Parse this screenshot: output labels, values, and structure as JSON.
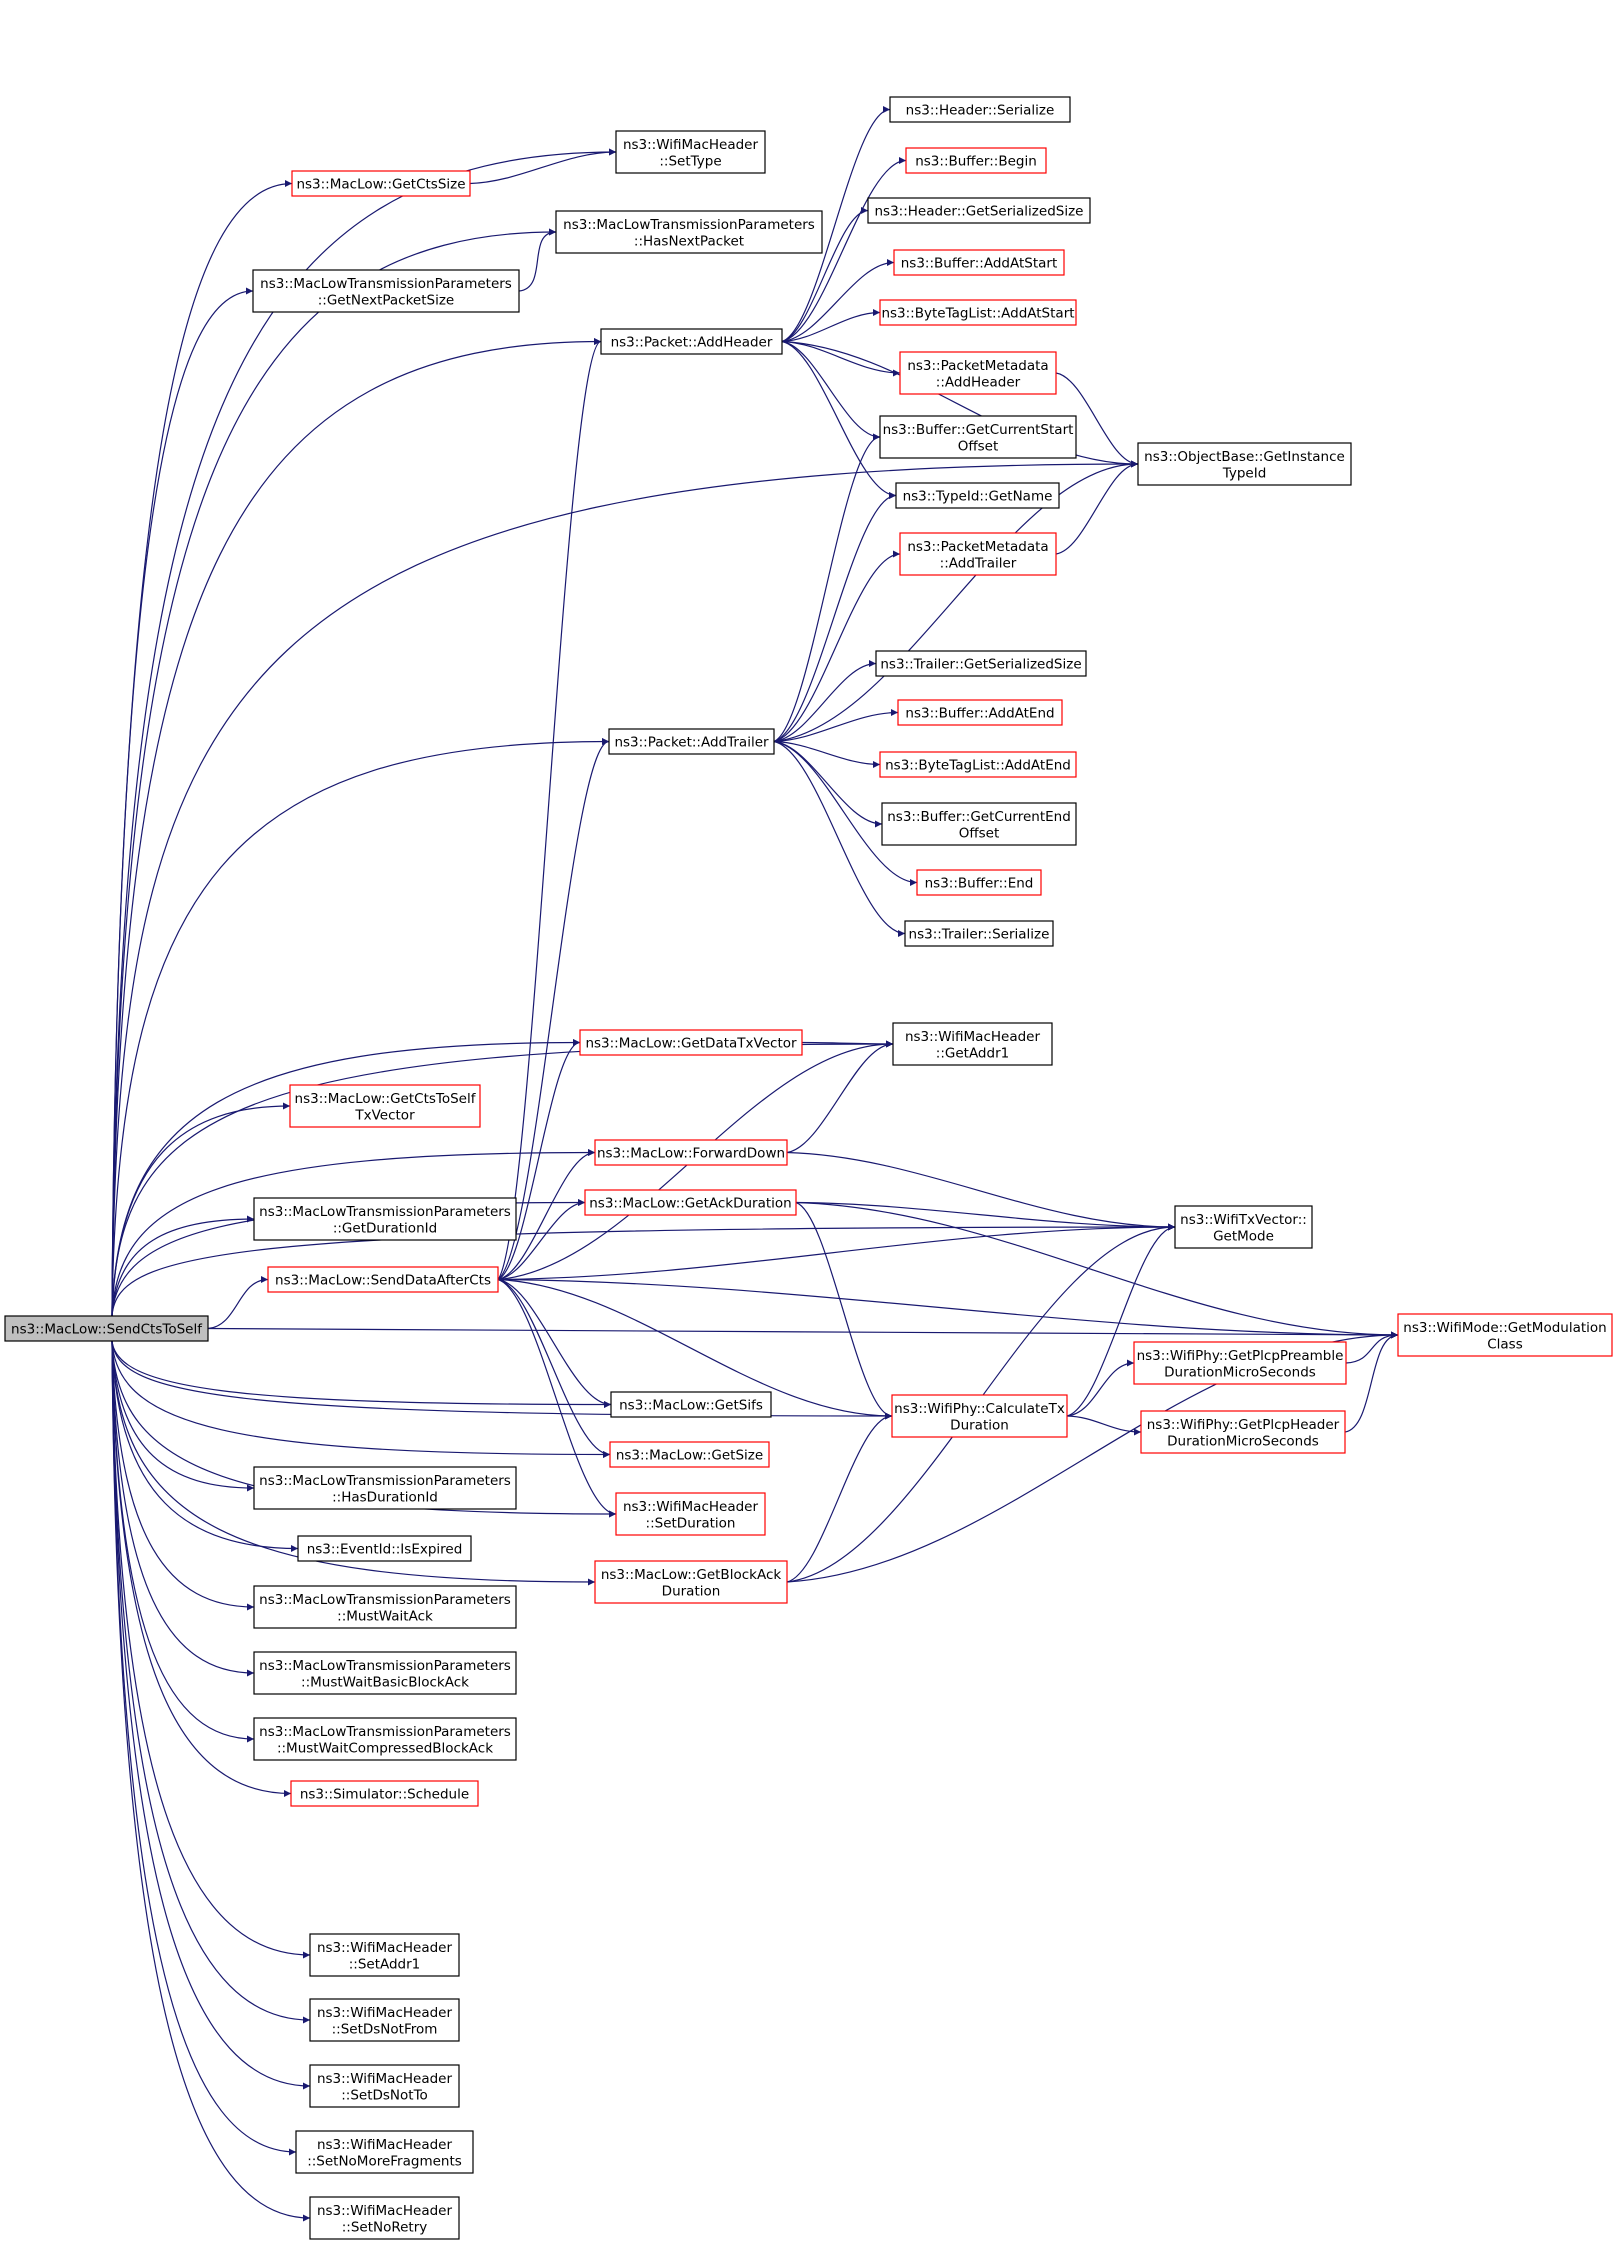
{
  "nodes": [
    {
      "id": "root",
      "lines": [
        "ns3::MacLow::SendCtsToSelf"
      ],
      "style": "root"
    },
    {
      "id": "wmh_settype",
      "lines": [
        "ns3::WifiMacHeader",
        "::SetType"
      ],
      "style": "black"
    },
    {
      "id": "getctssize",
      "lines": [
        "ns3::MacLow::GetCtsSize"
      ],
      "style": "red"
    },
    {
      "id": "hasnextpacket",
      "lines": [
        "ns3::MacLowTransmissionParameters",
        "::HasNextPacket"
      ],
      "style": "black"
    },
    {
      "id": "getnextpacketsize",
      "lines": [
        "ns3::MacLowTransmissionParameters",
        "::GetNextPacketSize"
      ],
      "style": "black"
    },
    {
      "id": "header_serialize",
      "lines": [
        "ns3::Header::Serialize"
      ],
      "style": "black"
    },
    {
      "id": "buffer_begin",
      "lines": [
        "ns3::Buffer::Begin"
      ],
      "style": "red"
    },
    {
      "id": "header_getserializedsize",
      "lines": [
        "ns3::Header::GetSerializedSize"
      ],
      "style": "black"
    },
    {
      "id": "buffer_addatstart",
      "lines": [
        "ns3::Buffer::AddAtStart"
      ],
      "style": "red"
    },
    {
      "id": "bytetaglist_addatstart",
      "lines": [
        "ns3::ByteTagList::AddAtStart"
      ],
      "style": "red"
    },
    {
      "id": "packet_addheader",
      "lines": [
        "ns3::Packet::AddHeader"
      ],
      "style": "black"
    },
    {
      "id": "pm_addheader",
      "lines": [
        "ns3::PacketMetadata",
        "::AddHeader"
      ],
      "style": "red"
    },
    {
      "id": "buffer_getcurrentstartoffset",
      "lines": [
        "ns3::Buffer::GetCurrentStart",
        "Offset"
      ],
      "style": "black"
    },
    {
      "id": "objectbase_getinstancetypeid",
      "lines": [
        "ns3::ObjectBase::GetInstance",
        "TypeId"
      ],
      "style": "black"
    },
    {
      "id": "typeid_getname",
      "lines": [
        "ns3::TypeId::GetName"
      ],
      "style": "black"
    },
    {
      "id": "pm_addtrailer",
      "lines": [
        "ns3::PacketMetadata",
        "::AddTrailer"
      ],
      "style": "red"
    },
    {
      "id": "trailer_getserializedsize",
      "lines": [
        "ns3::Trailer::GetSerializedSize"
      ],
      "style": "black"
    },
    {
      "id": "buffer_addatend",
      "lines": [
        "ns3::Buffer::AddAtEnd"
      ],
      "style": "red"
    },
    {
      "id": "packet_addtrailer",
      "lines": [
        "ns3::Packet::AddTrailer"
      ],
      "style": "black"
    },
    {
      "id": "bytetaglist_addatend",
      "lines": [
        "ns3::ByteTagList::AddAtEnd"
      ],
      "style": "red"
    },
    {
      "id": "buffer_getcurrentendoffset",
      "lines": [
        "ns3::Buffer::GetCurrentEnd",
        "Offset"
      ],
      "style": "black"
    },
    {
      "id": "buffer_end",
      "lines": [
        "ns3::Buffer::End"
      ],
      "style": "red"
    },
    {
      "id": "trailer_serialize",
      "lines": [
        "ns3::Trailer::Serialize"
      ],
      "style": "black"
    },
    {
      "id": "getdatatxvector",
      "lines": [
        "ns3::MacLow::GetDataTxVector"
      ],
      "style": "red"
    },
    {
      "id": "wmh_getaddr1",
      "lines": [
        "ns3::WifiMacHeader",
        "::GetAddr1"
      ],
      "style": "black"
    },
    {
      "id": "getctstoselftxvector",
      "lines": [
        "ns3::MacLow::GetCtsToSelf",
        "TxVector"
      ],
      "style": "red"
    },
    {
      "id": "forwarddown",
      "lines": [
        "ns3::MacLow::ForwardDown"
      ],
      "style": "red"
    },
    {
      "id": "getdurationid",
      "lines": [
        "ns3::MacLowTransmissionParameters",
        "::GetDurationId"
      ],
      "style": "black"
    },
    {
      "id": "getackduration",
      "lines": [
        "ns3::MacLow::GetAckDuration"
      ],
      "style": "red"
    },
    {
      "id": "txvector_getmode",
      "lines": [
        "ns3::WifiTxVector::",
        "GetMode"
      ],
      "style": "black"
    },
    {
      "id": "senddataaftercts",
      "lines": [
        "ns3::MacLow::SendDataAfterCts"
      ],
      "style": "red"
    },
    {
      "id": "getmodulationclass",
      "lines": [
        "ns3::WifiMode::GetModulation",
        "Class"
      ],
      "style": "red"
    },
    {
      "id": "getplcppreamble",
      "lines": [
        "ns3::WifiPhy::GetPlcpPreamble",
        "DurationMicroSeconds"
      ],
      "style": "red"
    },
    {
      "id": "getsifs",
      "lines": [
        "ns3::MacLow::GetSifs"
      ],
      "style": "black"
    },
    {
      "id": "calculatetxduration",
      "lines": [
        "ns3::WifiPhy::CalculateTx",
        "Duration"
      ],
      "style": "red"
    },
    {
      "id": "getplcpheader",
      "lines": [
        "ns3::WifiPhy::GetPlcpHeader",
        "DurationMicroSeconds"
      ],
      "style": "red"
    },
    {
      "id": "getsize",
      "lines": [
        "ns3::MacLow::GetSize"
      ],
      "style": "red"
    },
    {
      "id": "hasdurationid",
      "lines": [
        "ns3::MacLowTransmissionParameters",
        "::HasDurationId"
      ],
      "style": "black"
    },
    {
      "id": "wmh_setduration",
      "lines": [
        "ns3::WifiMacHeader",
        "::SetDuration"
      ],
      "style": "red"
    },
    {
      "id": "eventid_isexpired",
      "lines": [
        "ns3::EventId::IsExpired"
      ],
      "style": "black"
    },
    {
      "id": "getblockackduration",
      "lines": [
        "ns3::MacLow::GetBlockAck",
        "Duration"
      ],
      "style": "red"
    },
    {
      "id": "mustwaitack",
      "lines": [
        "ns3::MacLowTransmissionParameters",
        "::MustWaitAck"
      ],
      "style": "black"
    },
    {
      "id": "mustwaitbasicblockack",
      "lines": [
        "ns3::MacLowTransmissionParameters",
        "::MustWaitBasicBlockAck"
      ],
      "style": "black"
    },
    {
      "id": "mustwaitcompressedblockack",
      "lines": [
        "ns3::MacLowTransmissionParameters",
        "::MustWaitCompressedBlockAck"
      ],
      "style": "black"
    },
    {
      "id": "simulator_schedule",
      "lines": [
        "ns3::Simulator::Schedule"
      ],
      "style": "red"
    },
    {
      "id": "wmh_setaddr1",
      "lines": [
        "ns3::WifiMacHeader",
        "::SetAddr1"
      ],
      "style": "black"
    },
    {
      "id": "wmh_setdsnotfrom",
      "lines": [
        "ns3::WifiMacHeader",
        "::SetDsNotFrom"
      ],
      "style": "black"
    },
    {
      "id": "wmh_setdsnotto",
      "lines": [
        "ns3::WifiMacHeader",
        "::SetDsNotTo"
      ],
      "style": "black"
    },
    {
      "id": "wmh_setnomorefragments",
      "lines": [
        "ns3::WifiMacHeader",
        "::SetNoMoreFragments"
      ],
      "style": "black"
    },
    {
      "id": "wmh_setnoretry",
      "lines": [
        "ns3::WifiMacHeader",
        "::SetNoRetry"
      ],
      "style": "black"
    }
  ],
  "edges": [
    [
      "root",
      "wmh_settype"
    ],
    [
      "root",
      "getctssize"
    ],
    [
      "getctssize",
      "wmh_settype"
    ],
    [
      "root",
      "hasnextpacket"
    ],
    [
      "root",
      "getnextpacketsize"
    ],
    [
      "getnextpacketsize",
      "hasnextpacket"
    ],
    [
      "root",
      "packet_addheader"
    ],
    [
      "root",
      "objectbase_getinstancetypeid"
    ],
    [
      "root",
      "getmodulationclass"
    ],
    [
      "packet_addheader",
      "header_serialize"
    ],
    [
      "packet_addheader",
      "buffer_begin"
    ],
    [
      "packet_addheader",
      "header_getserializedsize"
    ],
    [
      "packet_addheader",
      "buffer_addatstart"
    ],
    [
      "packet_addheader",
      "bytetaglist_addatstart"
    ],
    [
      "packet_addheader",
      "pm_addheader"
    ],
    [
      "packet_addheader",
      "buffer_getcurrentstartoffset"
    ],
    [
      "packet_addheader",
      "typeid_getname"
    ],
    [
      "packet_addheader",
      "objectbase_getinstancetypeid"
    ],
    [
      "pm_addheader",
      "objectbase_getinstancetypeid"
    ],
    [
      "pm_addtrailer",
      "objectbase_getinstancetypeid"
    ],
    [
      "root",
      "packet_addtrailer"
    ],
    [
      "packet_addtrailer",
      "buffer_getcurrentstartoffset"
    ],
    [
      "packet_addtrailer",
      "typeid_getname"
    ],
    [
      "packet_addtrailer",
      "pm_addtrailer"
    ],
    [
      "packet_addtrailer",
      "objectbase_getinstancetypeid"
    ],
    [
      "packet_addtrailer",
      "trailer_getserializedsize"
    ],
    [
      "packet_addtrailer",
      "buffer_addatend"
    ],
    [
      "packet_addtrailer",
      "bytetaglist_addatend"
    ],
    [
      "packet_addtrailer",
      "buffer_getcurrentendoffset"
    ],
    [
      "packet_addtrailer",
      "buffer_end"
    ],
    [
      "packet_addtrailer",
      "trailer_serialize"
    ],
    [
      "root",
      "getdatatxvector"
    ],
    [
      "root",
      "wmh_getaddr1"
    ],
    [
      "root",
      "txvector_getmode"
    ],
    [
      "root",
      "getctstoselftxvector"
    ],
    [
      "root",
      "forwarddown"
    ],
    [
      "root",
      "getdurationid"
    ],
    [
      "root",
      "getackduration"
    ],
    [
      "root",
      "senddataaftercts"
    ],
    [
      "getdatatxvector",
      "wmh_getaddr1"
    ],
    [
      "forwarddown",
      "wmh_getaddr1"
    ],
    [
      "forwarddown",
      "txvector_getmode"
    ],
    [
      "getackduration",
      "txvector_getmode"
    ],
    [
      "getackduration",
      "getmodulationclass"
    ],
    [
      "getackduration",
      "calculatetxduration"
    ],
    [
      "senddataaftercts",
      "packet_addheader"
    ],
    [
      "senddataaftercts",
      "packet_addtrailer"
    ],
    [
      "senddataaftercts",
      "getdatatxvector"
    ],
    [
      "senddataaftercts",
      "wmh_getaddr1"
    ],
    [
      "senddataaftercts",
      "forwarddown"
    ],
    [
      "senddataaftercts",
      "getackduration"
    ],
    [
      "senddataaftercts",
      "txvector_getmode"
    ],
    [
      "senddataaftercts",
      "getmodulationclass"
    ],
    [
      "senddataaftercts",
      "getsifs"
    ],
    [
      "senddataaftercts",
      "getsize"
    ],
    [
      "senddataaftercts",
      "wmh_setduration"
    ],
    [
      "senddataaftercts",
      "calculatetxduration"
    ],
    [
      "calculatetxduration",
      "txvector_getmode"
    ],
    [
      "calculatetxduration",
      "getplcppreamble"
    ],
    [
      "calculatetxduration",
      "getplcpheader"
    ],
    [
      "getplcppreamble",
      "getmodulationclass"
    ],
    [
      "getplcpheader",
      "getmodulationclass"
    ],
    [
      "getblockackduration",
      "txvector_getmode"
    ],
    [
      "getblockackduration",
      "calculatetxduration"
    ],
    [
      "getblockackduration",
      "getmodulationclass"
    ],
    [
      "root",
      "getsifs"
    ],
    [
      "root",
      "getsize"
    ],
    [
      "root",
      "hasdurationid"
    ],
    [
      "root",
      "wmh_setduration"
    ],
    [
      "root",
      "eventid_isexpired"
    ],
    [
      "root",
      "getblockackduration"
    ],
    [
      "root",
      "mustwaitack"
    ],
    [
      "root",
      "mustwaitbasicblockack"
    ],
    [
      "root",
      "mustwaitcompressedblockack"
    ],
    [
      "root",
      "simulator_schedule"
    ],
    [
      "root",
      "calculatetxduration"
    ],
    [
      "root",
      "wmh_setaddr1"
    ],
    [
      "root",
      "wmh_setdsnotfrom"
    ],
    [
      "root",
      "wmh_setdsnotto"
    ],
    [
      "root",
      "wmh_setnomorefragments"
    ],
    [
      "root",
      "wmh_setnoretry"
    ]
  ],
  "colors": {
    "edge": "#191970",
    "red_border": "#ff0000",
    "black_border": "#000000",
    "root_fill": "#bfbfbf",
    "node_fill": "#ffffff"
  }
}
